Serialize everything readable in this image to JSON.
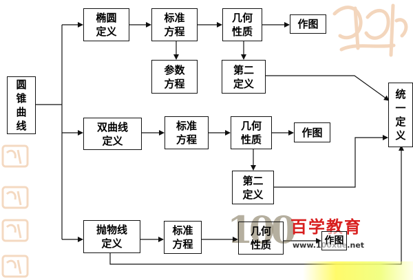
{
  "nodes": {
    "conic": "圆\n锥\n曲\n线",
    "ellipse_def": "椭圆\n定义",
    "ellipse_std": "标准\n方程",
    "ellipse_param": "参数\n方程",
    "ellipse_prop": "几何\n性质",
    "ellipse_draw": "作图",
    "ellipse_second": "第二\n定义",
    "hyper_def": "双曲线\n定义",
    "hyper_std": "标准\n方程",
    "hyper_prop": "几何\n性质",
    "hyper_draw": "作图",
    "hyper_second": "第二\n定义",
    "para_def": "抛物线\n定义",
    "para_std": "标准\n方程",
    "para_prop": "几何\n性质",
    "para_draw": "作图",
    "unified": "统\n一\n定\n义"
  },
  "watermark": {
    "logo_number": "100",
    "brand_name": "百学教育",
    "url": "www.100xue.net"
  },
  "colors": {
    "line": "#111111",
    "brand_red": "#d81f1f",
    "seal": "#f0c9a8"
  }
}
